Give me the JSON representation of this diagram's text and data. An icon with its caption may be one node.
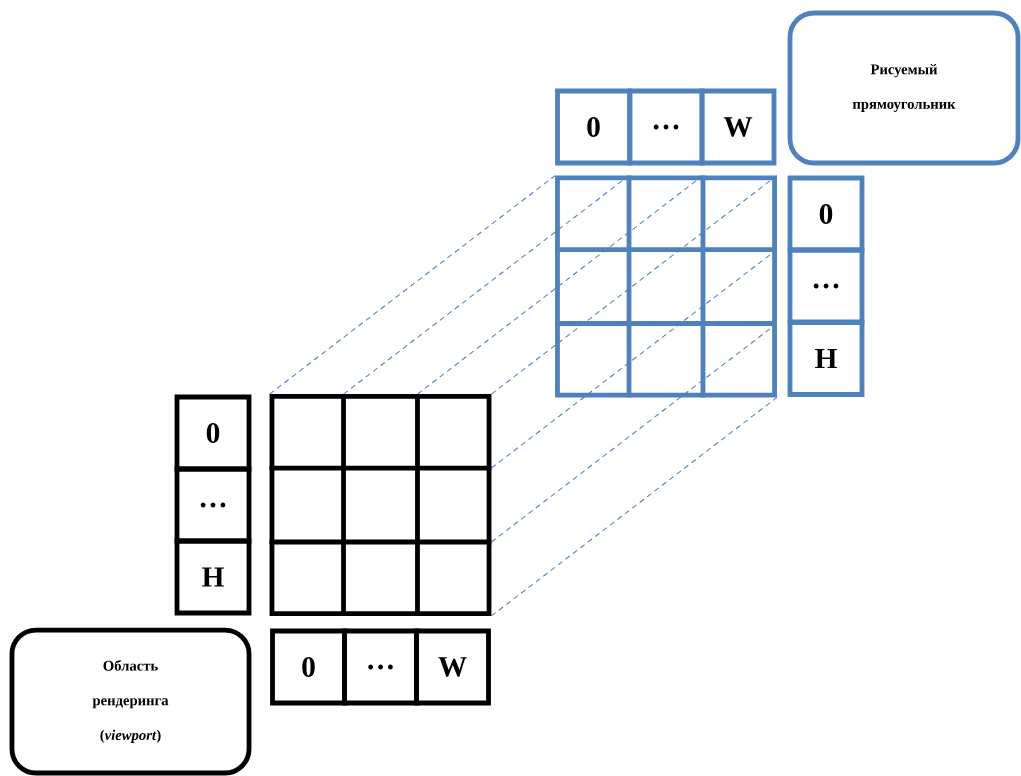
{
  "diagram": {
    "nodes": [
      {
        "text": [
          "Рисуемый прямоугольник"
        ]
      },
      {
        "text": [
          "0"
        ]
      },
      {
        "text": [
          "…"
        ]
      },
      {
        "text": [
          "W"
        ]
      },
      {
        "text": [],
        "shape": "box"
      },
      {
        "text": [
          "0"
        ]
      },
      {
        "text": [
          "…"
        ]
      },
      {
        "text": [
          "H"
        ]
      },
      {
        "text": [
          "0"
        ]
      },
      {
        "text": [
          "…"
        ]
      },
      {
        "text": [
          "H"
        ]
      },
      {
        "text": [],
        "shape": "box"
      },
      {
        "text": [
          "0"
        ]
      },
      {
        "text": [
          "…"
        ]
      },
      {
        "text": [
          "W"
        ]
      },
      {
        "text": [
          "Область рендеринга (*viewport*)"
        ]
      }
    ],
    "edges": [
      {
        "from": 11,
        "to": 4,
        "arrow": "none",
        "style": "dashed",
        "color": "#4f81bd"
      },
      {
        "from": 11,
        "to": 4,
        "arrow": "none",
        "style": "dashed",
        "color": "#4f81bd"
      },
      {
        "from": 11,
        "to": 4,
        "arrow": "none",
        "style": "dashed",
        "color": "#4f81bd"
      },
      {
        "from": 11,
        "to": 4,
        "arrow": "none",
        "style": "dashed",
        "color": "#4f81bd"
      },
      {
        "from": 11,
        "to": 4,
        "arrow": "none",
        "style": "dashed",
        "color": "#4f81bd"
      },
      {
        "from": 11,
        "to": 4,
        "arrow": "none",
        "style": "dashed",
        "color": "#4f81bd"
      },
      {
        "from": 11,
        "to": 4,
        "arrow": "none",
        "style": "dashed",
        "color": "#4f81bd"
      }
    ]
  }
}
